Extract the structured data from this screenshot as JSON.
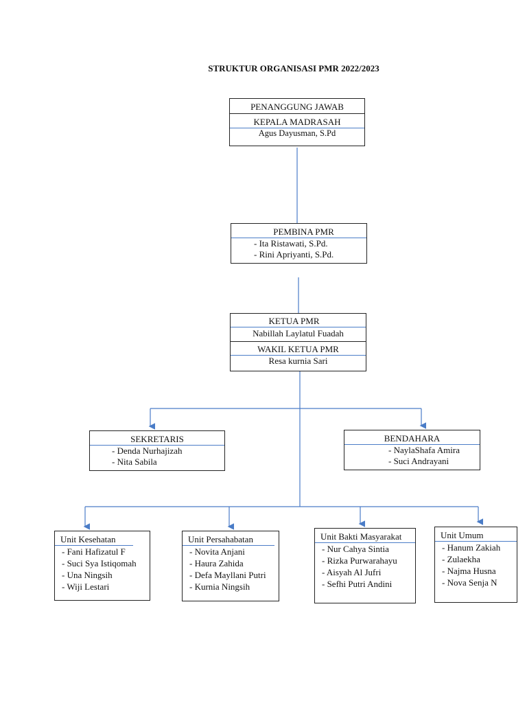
{
  "title": "STRUKTUR ORGANISASI PMR 2022/2023",
  "line_color": "#4a7cc7",
  "penanggung": {
    "header": "PENANGGUNG JAWAB",
    "role": "KEPALA MADRASAH",
    "name": "Agus Dayusman, S.Pd"
  },
  "pembina": {
    "header": "PEMBINA PMR",
    "members": [
      "- Ita Ristawati, S.Pd.",
      "- Rini Apriyanti, S.Pd."
    ]
  },
  "ketua": {
    "header": "KETUA PMR",
    "name": "Nabillah Laylatul Fuadah",
    "wakil_header": "WAKIL KETUA PMR",
    "wakil_name": "Resa kurnia Sari"
  },
  "sekretaris": {
    "header": "SEKRETARIS",
    "members": [
      "- Denda Nurhajizah",
      "- Nita Sabila"
    ]
  },
  "bendahara": {
    "header": "BENDAHARA",
    "members": [
      "- NaylaShafa Amira",
      "- Suci Andrayani"
    ]
  },
  "units": [
    {
      "header": "Unit Kesehatan",
      "members": [
        "- Fani Hafizatul F",
        "- Suci Sya Istiqomah",
        "- Una Ningsih",
        "- Wiji Lestari"
      ]
    },
    {
      "header": "Unit Persahabatan",
      "members": [
        "- Novita Anjani",
        "- Haura Zahida",
        "- Defa Mayllani Putri",
        "- Kurnia Ningsih"
      ]
    },
    {
      "header": "Unit Bakti Masyarakat",
      "members": [
        "- Nur Cahya Sintia",
        "- Rizka Purwarahayu",
        "- Aisyah Al Jufri",
        "- Sefhi Putri Andini"
      ]
    },
    {
      "header": "Unit Umum",
      "members": [
        "- Hanum Zakiah",
        "- Zulaekha",
        "- Najma Husna",
        "- Nova Senja N"
      ]
    }
  ]
}
